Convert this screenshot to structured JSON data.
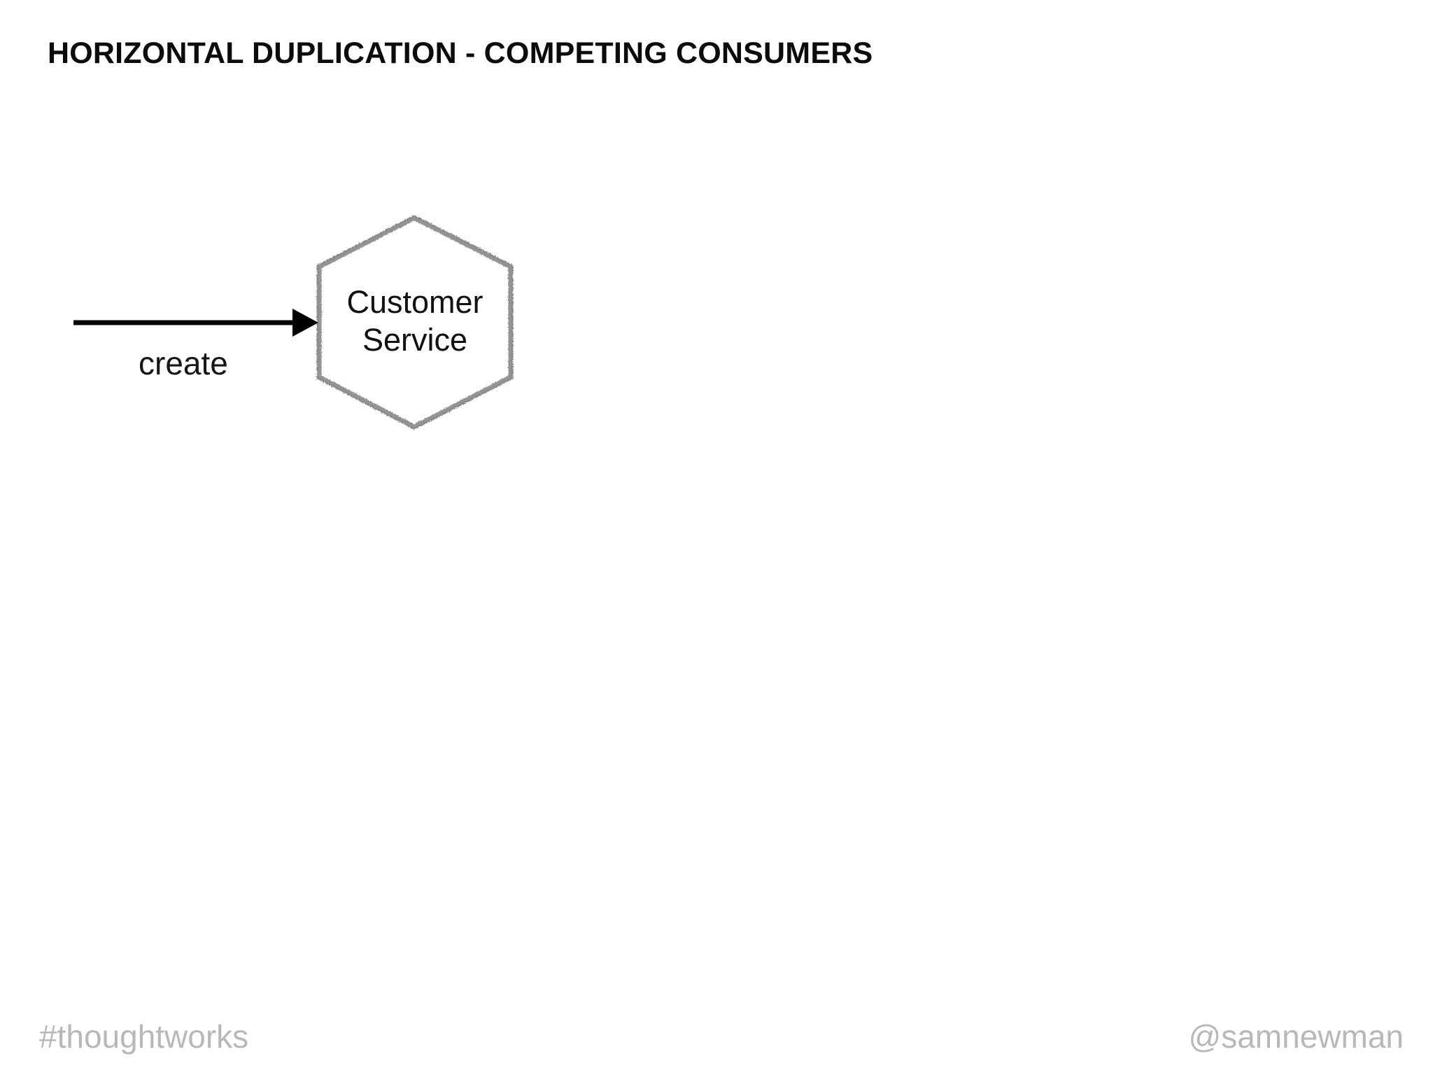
{
  "slide": {
    "title": "HORIZONTAL DUPLICATION - COMPETING CONSUMERS",
    "background_color": "#ffffff",
    "title_color": "#0c0c0c"
  },
  "diagram": {
    "type": "flow",
    "nodes": [
      {
        "id": "customer-service",
        "label_line1": "Customer",
        "label_line2": "Service",
        "shape": "hexagon",
        "stroke_color": "#8a8a8a",
        "fill_color": "#ffffff",
        "text_color": "#111111"
      }
    ],
    "edges": [
      {
        "id": "create-edge",
        "label": "create",
        "target": "customer-service",
        "direction": "right",
        "stroke_color": "#000000",
        "arrowhead": "solid-triangle"
      }
    ]
  },
  "footer": {
    "left": "#thoughtworks",
    "right": "@samnewman",
    "color": "#b8b8b8"
  }
}
